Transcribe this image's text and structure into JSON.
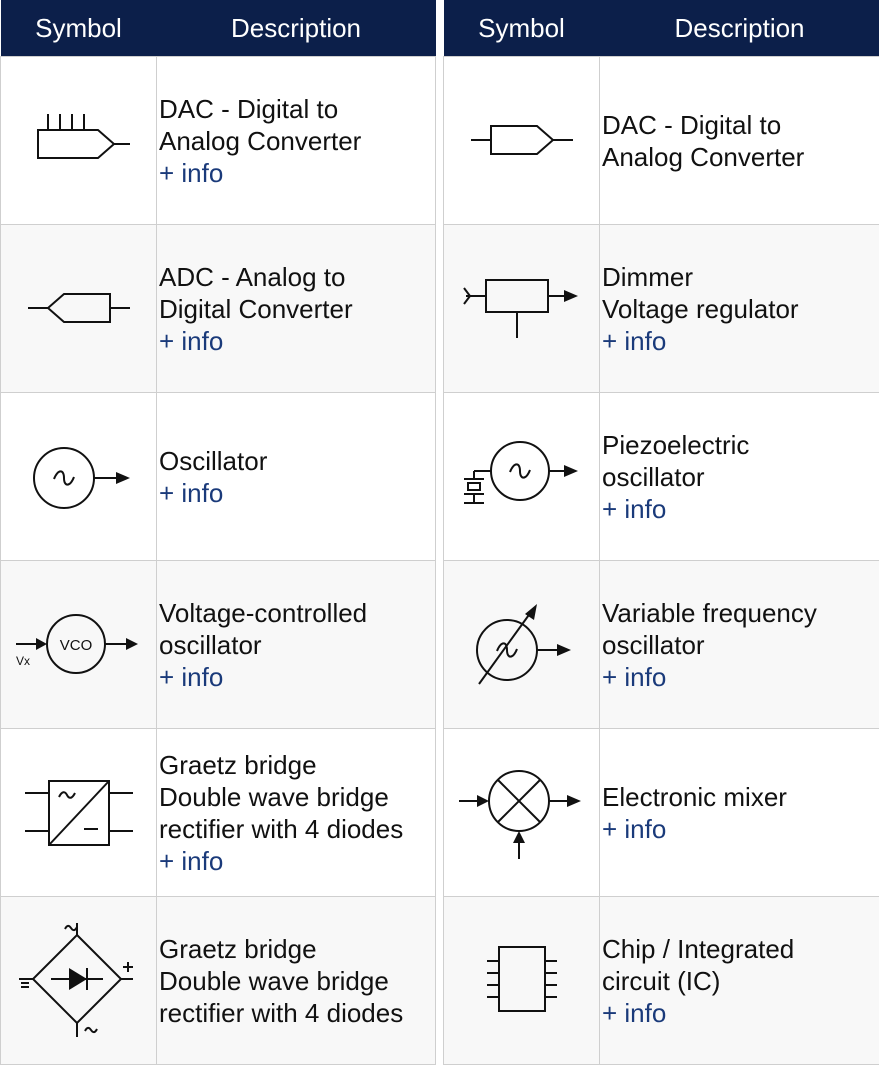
{
  "header": {
    "symbol": "Symbol",
    "description": "Description"
  },
  "info_label": "+ info",
  "left_rows": [
    {
      "icon": "dac-multi-input-icon",
      "lines": [
        "DAC - Digital to",
        "Analog Converter"
      ],
      "info": true
    },
    {
      "icon": "adc-icon",
      "lines": [
        "ADC - Analog to",
        "Digital Converter"
      ],
      "info": true
    },
    {
      "icon": "oscillator-icon",
      "lines": [
        "Oscillator"
      ],
      "info": true
    },
    {
      "icon": "vco-icon",
      "vco_label": "VCO",
      "vx_label": "Vx",
      "lines": [
        "Voltage-controlled",
        "oscillator"
      ],
      "info": true
    },
    {
      "icon": "graetz-bridge-block-icon",
      "lines": [
        "Graetz bridge",
        "Double wave bridge",
        "rectifier with 4 diodes"
      ],
      "info": true
    },
    {
      "icon": "graetz-bridge-diamond-icon",
      "lines": [
        "Graetz bridge",
        "Double wave bridge",
        "rectifier with 4 diodes"
      ],
      "info": false
    }
  ],
  "right_rows": [
    {
      "icon": "dac-icon",
      "lines": [
        "DAC - Digital to",
        "Analog Converter"
      ],
      "info": false
    },
    {
      "icon": "dimmer-icon",
      "lines": [
        "Dimmer",
        "Voltage regulator"
      ],
      "info": true
    },
    {
      "icon": "piezoelectric-oscillator-icon",
      "lines": [
        "Piezoelectric",
        "oscillator"
      ],
      "info": true
    },
    {
      "icon": "variable-frequency-oscillator-icon",
      "lines": [
        "Variable frequency",
        "oscillator"
      ],
      "info": true
    },
    {
      "icon": "electronic-mixer-icon",
      "lines": [
        "Electronic mixer"
      ],
      "info": true
    },
    {
      "icon": "integrated-circuit-icon",
      "lines": [
        "Chip / Integrated",
        "circuit (IC)"
      ],
      "info": true
    }
  ],
  "colors": {
    "header_bg": "#0c1f4a",
    "header_text": "#ffffff",
    "link": "#1a3a7a",
    "row_alt": "#f8f8f8",
    "border": "#cfcfcf"
  }
}
